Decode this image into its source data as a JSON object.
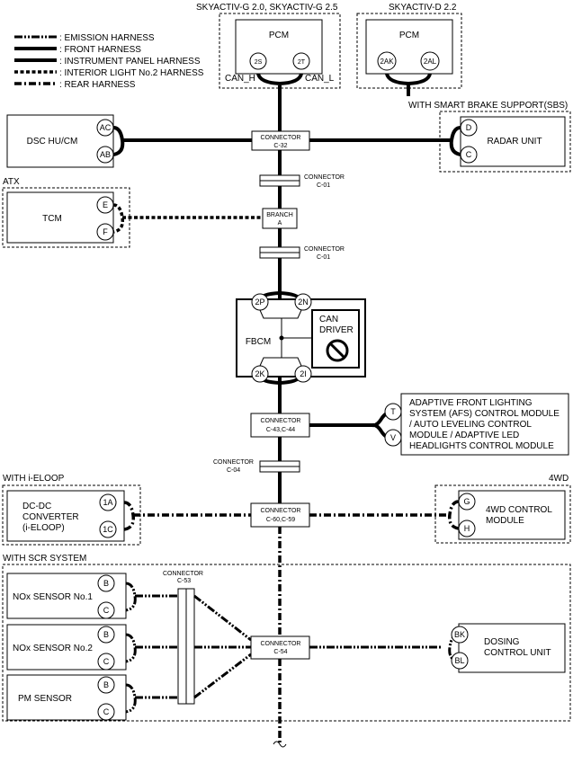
{
  "legend": [
    {
      "style": "emission",
      "label": ": EMISSION HARNESS"
    },
    {
      "style": "front",
      "label": ": FRONT HARNESS"
    },
    {
      "style": "instrument",
      "label": ": INSTRUMENT PANEL HARNESS"
    },
    {
      "style": "interior",
      "label": ": INTERIOR LIGHT No.2 HARNESS"
    },
    {
      "style": "rear",
      "label": ": REAR HARNESS"
    }
  ],
  "variants": {
    "g": "SKYACTIV-G 2.0, SKYACTIV-G 2.5",
    "d": "SKYACTIV-D 2.2",
    "sbs": "WITH SMART BRAKE SUPPORT(SBS)",
    "atx": "ATX",
    "ieloop": "WITH i-ELOOP",
    "awd": "4WD",
    "scr": "WITH SCR SYSTEM"
  },
  "modules": {
    "pcm_g": {
      "name": "PCM",
      "pin1": "2S",
      "pin2": "2T",
      "can_h": "CAN_H",
      "can_l": "CAN_L"
    },
    "pcm_d": {
      "name": "PCM",
      "pin1": "2AK",
      "pin2": "2AL"
    },
    "dsc": {
      "name": "DSC HU/CM",
      "pin1": "AC",
      "pin2": "AB"
    },
    "radar": {
      "name": "RADAR UNIT",
      "pin1": "D",
      "pin2": "C"
    },
    "tcm": {
      "name": "TCM",
      "pin1": "E",
      "pin2": "F"
    },
    "fbcm": {
      "name": "FBCM",
      "pin_tl": "2P",
      "pin_tr": "2N",
      "pin_bl": "2K",
      "pin_br": "2I",
      "can_line1": "CAN",
      "can_line2": "DRIVER"
    },
    "afs": {
      "line1": "ADAPTIVE FRONT LIGHTING",
      "line2": "SYSTEM (AFS) CONTROL MODULE",
      "line3": "/ AUTO LEVELING CONTROL",
      "line4": "MODULE / ADAPTIVE LED",
      "line5": "HEADLIGHTS CONTROL MODULE",
      "pin1": "T",
      "pin2": "V"
    },
    "dcdc": {
      "line1": "DC-DC",
      "line2": "CONVERTER",
      "line3": "(i-ELOOP)",
      "pin1": "1A",
      "pin2": "1C"
    },
    "awd": {
      "line1": "4WD CONTROL",
      "line2": "MODULE",
      "pin1": "G",
      "pin2": "H"
    },
    "nox1": {
      "name": "NOx SENSOR No.1",
      "pin1": "B",
      "pin2": "C"
    },
    "nox2": {
      "name": "NOx SENSOR No.2",
      "pin1": "B",
      "pin2": "C"
    },
    "pm": {
      "name": "PM SENSOR",
      "pin1": "B",
      "pin2": "C"
    },
    "dosing": {
      "line1": "DOSING",
      "line2": "CONTROL UNIT",
      "pin1": "BK",
      "pin2": "BL"
    }
  },
  "connectors": {
    "c32": {
      "title": "CONNECTOR",
      "id": "C-32"
    },
    "c01a": {
      "title": "CONNECTOR",
      "id": "C-01"
    },
    "branch": {
      "title": "BRANCH",
      "id": "A"
    },
    "c01b": {
      "title": "CONNECTOR",
      "id": "C-01"
    },
    "c43": {
      "title": "CONNECTOR",
      "id": "C-43,C-44"
    },
    "c04": {
      "title": "CONNECTOR",
      "id": "C-04"
    },
    "c60": {
      "title": "CONNECTOR",
      "id": "C-60,C-59"
    },
    "c53": {
      "title": "CONNECTOR",
      "id": "C-53"
    },
    "c54": {
      "title": "CONNECTOR",
      "id": "C-54"
    }
  }
}
